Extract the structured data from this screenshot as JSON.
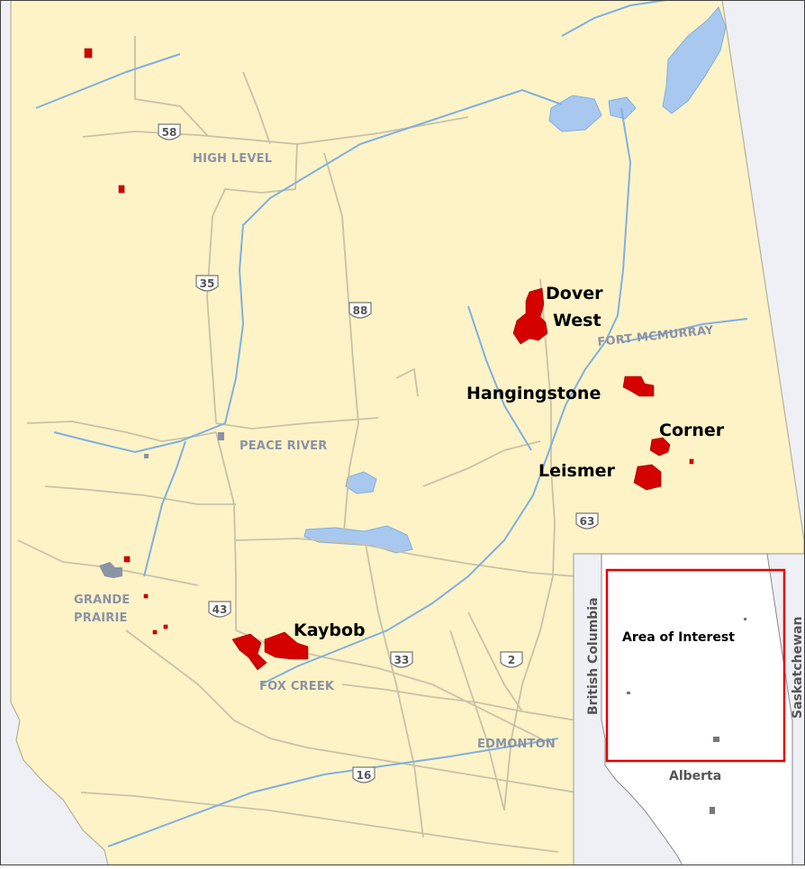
{
  "colors": {
    "background_outside": "#eef0f5",
    "province_fill": "#fdf3c6",
    "project_red": "#d50000",
    "water_blue": "#a9c8ef",
    "river_blue": "#7fb0e2",
    "road_grey": "#c9c2a8",
    "city_grey": "#8b93a7",
    "inset_border_red": "#e20000"
  },
  "cities": {
    "high_level": "HIGH LEVEL",
    "fort_mcmurray": "FORT MCMURRAY",
    "peace_river": "PEACE RIVER",
    "grande_prairie_line1": "GRANDE",
    "grande_prairie_line2": "PRAIRIE",
    "fox_creek": "FOX CREEK",
    "edmonton": "EDMONTON"
  },
  "projects": {
    "dover_line1": "Dover",
    "dover_line2": "West",
    "hangingstone": "Hangingstone",
    "corner": "Corner",
    "leismer": "Leismer",
    "kaybob": "Kaybob"
  },
  "highways": {
    "h58": "58",
    "h35": "35",
    "h88": "88",
    "h63": "63",
    "h43": "43",
    "h33": "33",
    "h2": "2",
    "h16": "16"
  },
  "inset": {
    "area_of_interest": "Area of Interest",
    "british_columbia": "British Columbia",
    "saskatchewan": "Saskatchewan",
    "alberta": "Alberta"
  },
  "icons": {
    "highway_shield": "highway-shield-icon"
  }
}
